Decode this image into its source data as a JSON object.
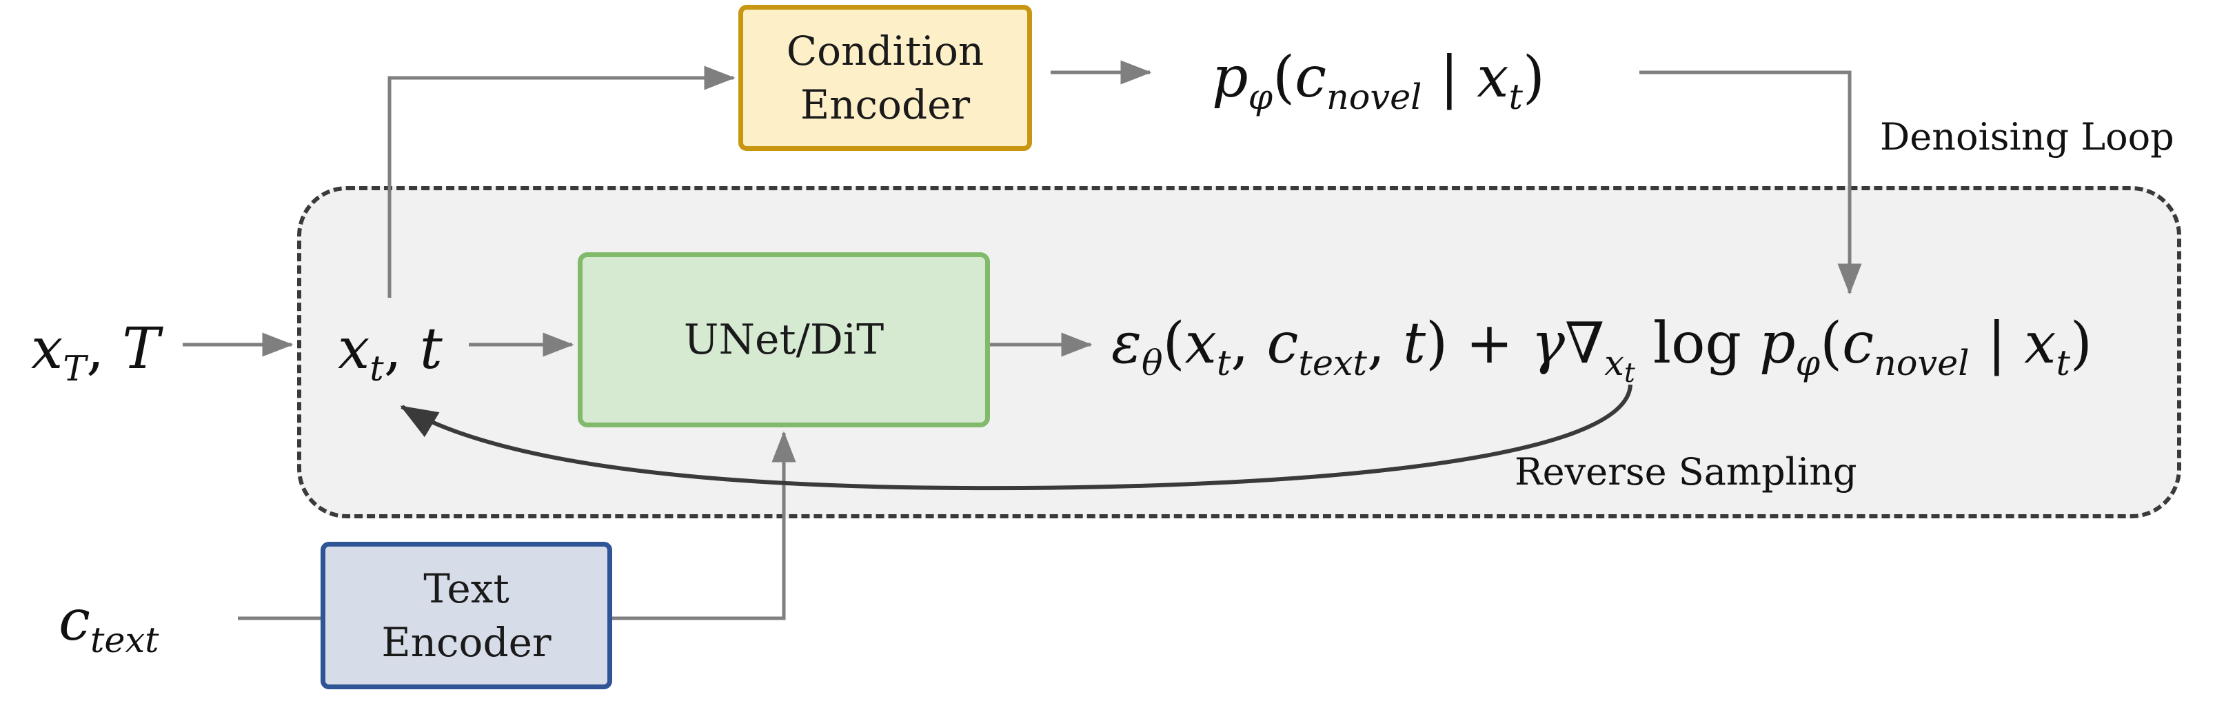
{
  "boxes": {
    "condition_encoder": "Condition\nEncoder",
    "unet": "UNet/DiT",
    "text_encoder": "Text\nEncoder"
  },
  "labels": {
    "denoising_loop": "Denoising Loop",
    "reverse_sampling": "Reverse Sampling"
  },
  "math": {
    "input": "x_T, T",
    "state": "x_t, t",
    "conditional_prob": "p_φ(c_novel | x_t)",
    "guided_noise": "ε_θ(x_t, c_text, t) + γ∇_{x_t} log p_φ(c_novel | x_t)",
    "text_condition": "c_text"
  },
  "colors": {
    "arrow": "#7f7f7f",
    "return_arrow": "#3a3a3a",
    "loop_border": "#3a3a3a",
    "loop_fill": "#f1f1f1",
    "condition_encoder_fill": "#fdf0c8",
    "condition_encoder_border": "#c99612",
    "unet_fill": "#d6ead2",
    "unet_border": "#82ba6c",
    "text_encoder_fill": "#d7dde8",
    "text_encoder_border": "#2f5597"
  }
}
